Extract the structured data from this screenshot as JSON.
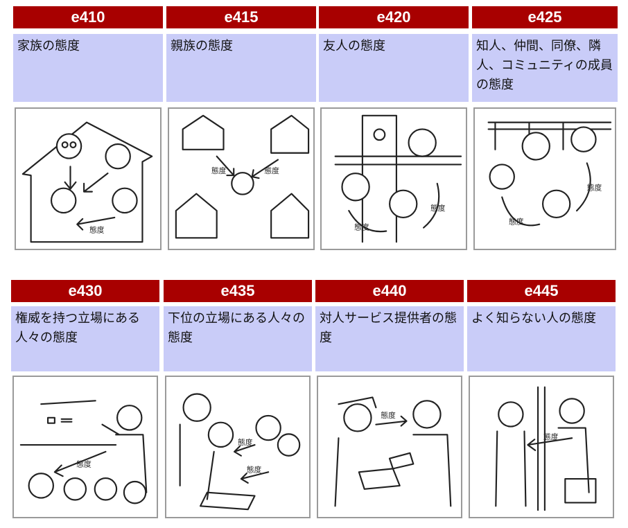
{
  "cards": [
    {
      "code": "e410",
      "text": "家族の態度"
    },
    {
      "code": "e415",
      "text": "親族の態度"
    },
    {
      "code": "e420",
      "text": "友人の態度"
    },
    {
      "code": "e425",
      "text": "知人、仲間、同僚、隣人、コミュニティの成員の態度"
    },
    {
      "code": "e430",
      "text": "権威を持つ立場にある人々の態度"
    },
    {
      "code": "e435",
      "text": "下位の立場にある人々の態度"
    },
    {
      "code": "e440",
      "text": "対人サービス提供者の態度"
    },
    {
      "code": "e445",
      "text": "よく知らない人の態度"
    }
  ],
  "arrow_label": "態度"
}
